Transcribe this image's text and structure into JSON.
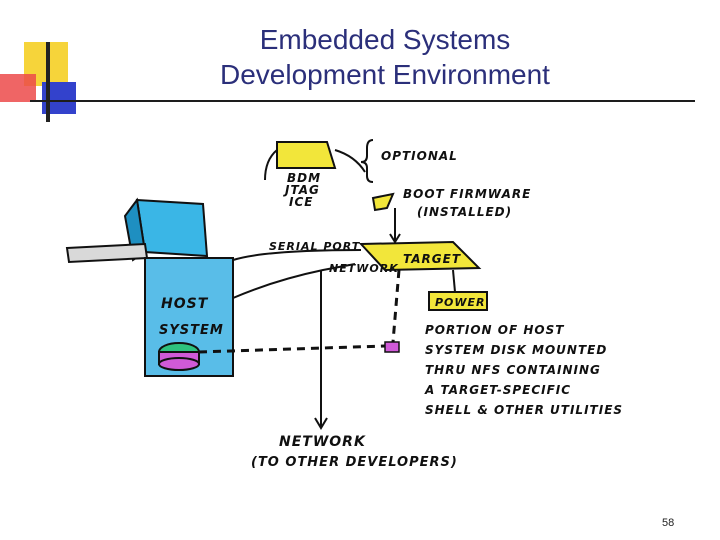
{
  "slide": {
    "title_line1": "Embedded Systems",
    "title_line2": "Development Environment",
    "page_number": "58"
  },
  "diagram": {
    "labels": {
      "bdm": [
        "BDM",
        "JTAG",
        "ICE"
      ],
      "optional": "OPTIONAL",
      "boot_firmware": [
        "BOOT FIRMWARE",
        "(INSTALLED)"
      ],
      "serial_port": "SERIAL PORT",
      "target": "TARGET",
      "network_target": "NETWORK",
      "power": "POWER",
      "host_system": [
        "HOST",
        "SYSTEM"
      ],
      "portion_text": [
        "PORTION OF HOST",
        "SYSTEM DISK MOUNTED",
        "THRU NFS CONTAINING",
        "A TARGET-SPECIFIC",
        "SHELL & OTHER UTILITIES"
      ],
      "network_bottom": [
        "NETWORK",
        "(TO OTHER DEVELOPERS)"
      ]
    },
    "colors": {
      "monitor": "#3ab6e6",
      "host_box": "#59bde8",
      "yellow_board": "#f2e63a",
      "disk_green": "#2ec27e",
      "disk_magenta": "#d05ad8",
      "title_text": "#2b2f7a",
      "accent_yellow": "#f6c92b",
      "accent_red": "#e23a3a",
      "accent_blue": "#2d3ac9"
    }
  }
}
